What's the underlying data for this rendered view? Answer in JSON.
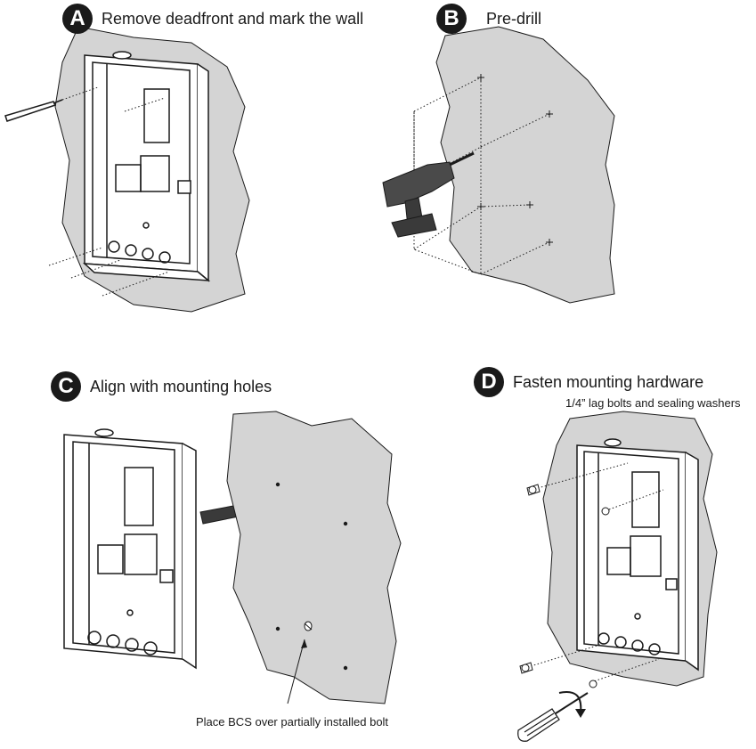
{
  "steps": [
    {
      "letter": "A",
      "title": "Remove deadfront and mark the wall"
    },
    {
      "letter": "B",
      "title": "Pre-drill"
    },
    {
      "letter": "C",
      "title": "Align with mounting holes"
    },
    {
      "letter": "D",
      "title": "Fasten mounting hardware"
    }
  ],
  "notes": {
    "hardware": "1/4” lag bolts and sealing washers",
    "bcs": "Place BCS over partially installed bolt"
  },
  "colors": {
    "wall": "#d4d4d4",
    "ink": "#1a1a1a",
    "drill": "#4a4a4a",
    "arrow": "#3a3a3a"
  }
}
